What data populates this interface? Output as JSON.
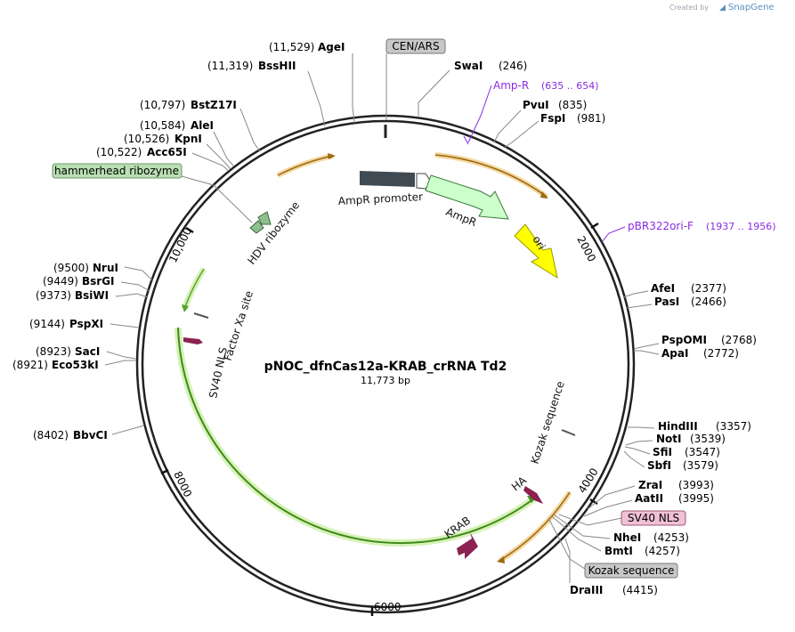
{
  "plasmid": {
    "name": "pNOC_dfnCas12a-KRAB_crRNA Td2",
    "length": "11,773 bp"
  },
  "credit": {
    "created_by": "Created by",
    "brand": "SnapGene"
  },
  "ticks": [
    "2000",
    "4000",
    "6000",
    "8000",
    "10,000"
  ],
  "sites": [
    {
      "pos": "(11,529)",
      "name": "AgeI"
    },
    {
      "pos": "(11,319)",
      "name": "BssHII"
    },
    {
      "pos": "(10,797)",
      "name": "BstZ17I"
    },
    {
      "pos": "(10,584)",
      "name": "AleI"
    },
    {
      "pos": "(10,526)",
      "name": "KpnI"
    },
    {
      "pos": "(10,522)",
      "name": "Acc65I"
    },
    {
      "pos": "(9500)",
      "name": "NruI"
    },
    {
      "pos": "(9449)",
      "name": "BsrGI"
    },
    {
      "pos": "(9373)",
      "name": "BsiWI"
    },
    {
      "pos": "(9144)",
      "name": "PspXI"
    },
    {
      "pos": "(8923)",
      "name": "SacI"
    },
    {
      "pos": "(8921)",
      "name": "Eco53kI"
    },
    {
      "pos": "(8402)",
      "name": "BbvCI"
    },
    {
      "pos": "(246)",
      "name": "SwaI"
    },
    {
      "pos": "(835)",
      "name": "PvuI"
    },
    {
      "pos": "(981)",
      "name": "FspI"
    },
    {
      "pos": "(2377)",
      "name": "AfeI"
    },
    {
      "pos": "(2466)",
      "name": "PasI"
    },
    {
      "pos": "(2768)",
      "name": "PspOMI"
    },
    {
      "pos": "(2772)",
      "name": "ApaI"
    },
    {
      "pos": "(3357)",
      "name": "HindIII"
    },
    {
      "pos": "(3539)",
      "name": "NotI"
    },
    {
      "pos": "(3547)",
      "name": "SfiI"
    },
    {
      "pos": "(3579)",
      "name": "SbfI"
    },
    {
      "pos": "(3993)",
      "name": "ZraI"
    },
    {
      "pos": "(3995)",
      "name": "AatII"
    },
    {
      "pos": "(4253)",
      "name": "NheI"
    },
    {
      "pos": "(4257)",
      "name": "BmtI"
    },
    {
      "pos": "(4415)",
      "name": "DraIII"
    }
  ],
  "primers": [
    {
      "name": "Amp-R",
      "range": "(635 .. 654)"
    },
    {
      "name": "pBR322ori-F",
      "range": "(1937 .. 1956)"
    }
  ],
  "boxed_labels": [
    "CEN/ARS",
    "hammerhead ribozyme",
    "SV40 NLS",
    "Kozak sequence"
  ],
  "features": {
    "ampr_promoter": "AmpR promoter",
    "ampr": "AmpR",
    "ori": "ori",
    "hdv": "HDV ribozyme",
    "factor_xa": "Factor Xa site",
    "sv40_nls": "SV40 NLS",
    "kozak": "Kozak sequence",
    "ha": "HA",
    "krab": "KRAB"
  },
  "colors": {
    "backbone": "#222222",
    "ampr_promoter": "#3f4a52",
    "ampr": "#ccffcc",
    "ori": "#ffff00",
    "hdv": "#8fbf8f",
    "krab": "#8b2252",
    "primer": "#8a2be2",
    "orf": "#e8a23a",
    "cas_orf": "#5aa02c"
  }
}
